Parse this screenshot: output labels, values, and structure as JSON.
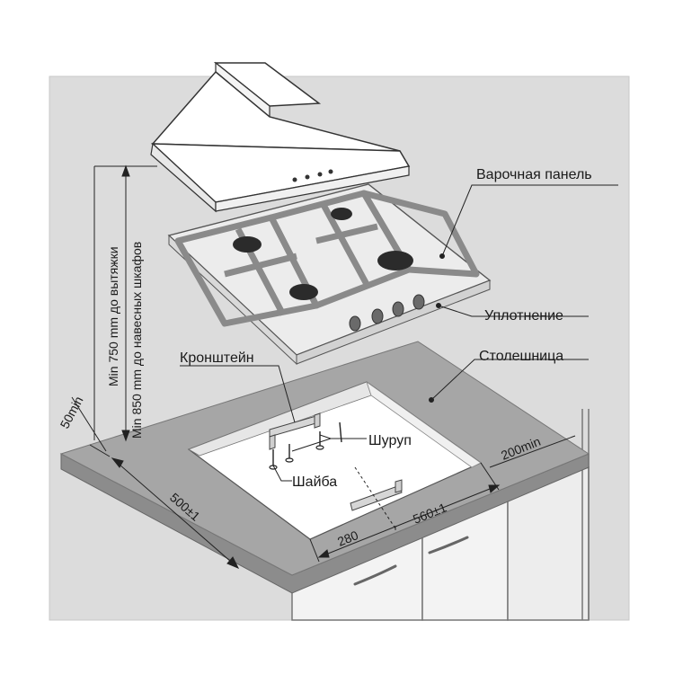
{
  "labels": {
    "hob": "Варочная панель",
    "seal": "Уплотнение",
    "countertop": "Столешница",
    "bracket": "Кронштейн",
    "screw": "Шуруп",
    "washer": "Шайба"
  },
  "dimensions": {
    "min_hood": "Min 750 mm до вытяжки",
    "min_cabinets": "Min 850 mm до навесных шкафов",
    "side_gap": "50min",
    "back_gap": "200min",
    "cutout_depth": "500±1",
    "cutout_width": "560±1",
    "cutout_half": "280"
  },
  "colors": {
    "background": "#ffffff",
    "wall": "#dcdcdc",
    "countertop_top": "#a6a6a6",
    "countertop_edge": "#8c8c8c",
    "cabinet": "#eeeeee",
    "hob": "#ececec",
    "grate": "#8a8a8a",
    "burner": "#2b2b2b"
  },
  "icons": [
    "range-hood-icon",
    "gas-hob-icon",
    "bracket-icon",
    "screw-icon",
    "washer-icon"
  ]
}
